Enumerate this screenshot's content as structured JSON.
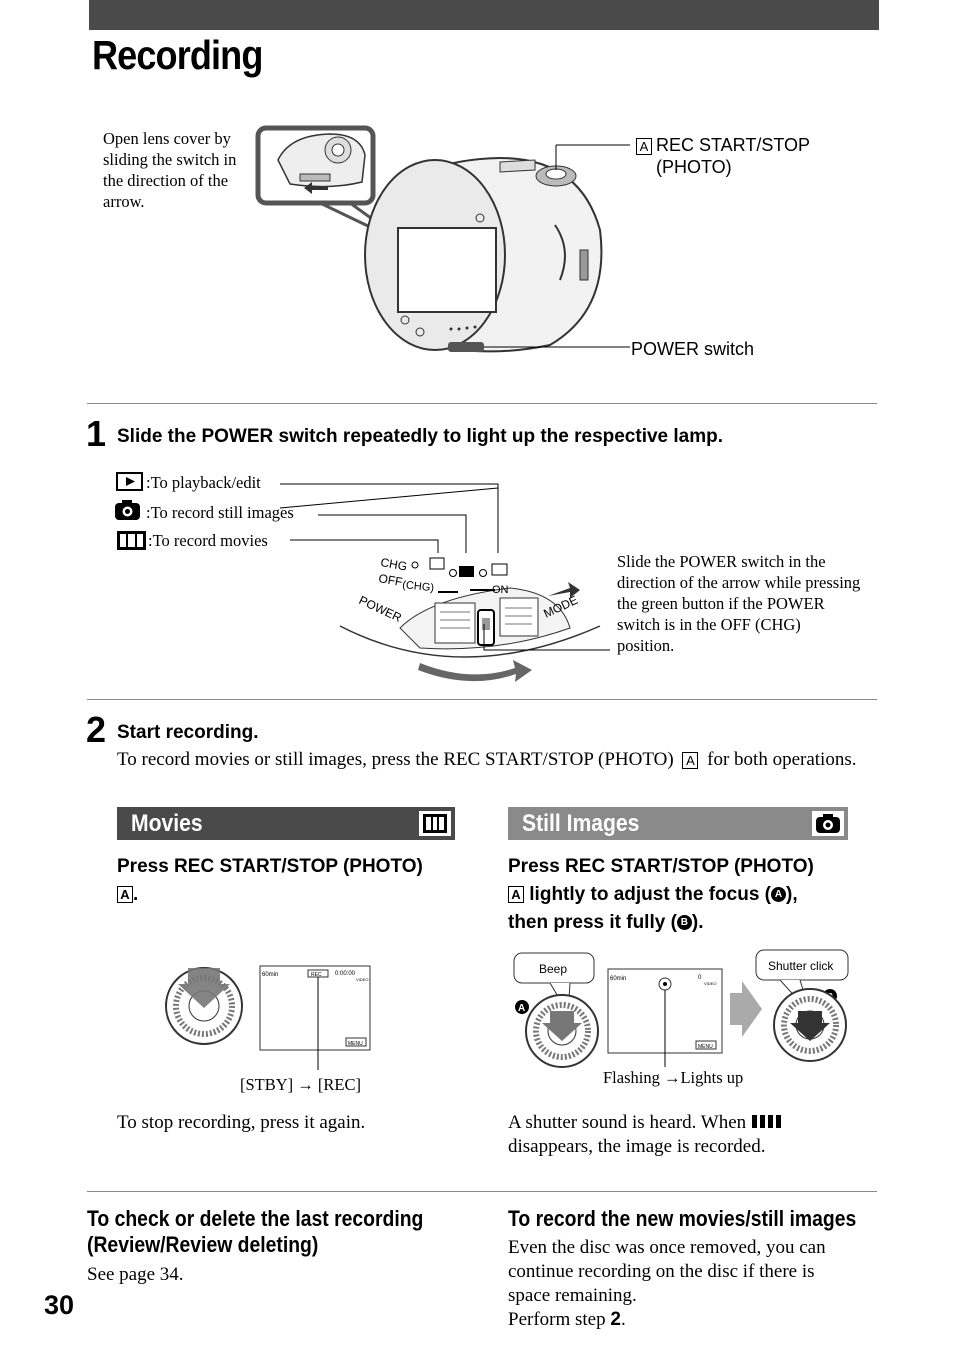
{
  "page": {
    "title": "Recording",
    "page_number": "30"
  },
  "camera_figure": {
    "lens_note": "Open lens cover by sliding the switch in the direction of the arrow.",
    "callout_a_letter": "A",
    "callout_a": "REC START/STOP (PHOTO)",
    "callout_power": "POWER switch"
  },
  "step1": {
    "number": "1",
    "title": "Slide the POWER switch repeatedly to light up the respective lamp.",
    "playback_label": ":To playback/edit",
    "still_label": ":To record still images",
    "movie_label": ":To record movies",
    "switch_note": "Slide the POWER switch in the direction of the arrow while pressing the green button if the POWER switch is in the OFF (CHG) position.",
    "dial_chg": "CHG",
    "dial_off": "OFF",
    "dial_off_chg": "(CHG)",
    "dial_power": "POWER",
    "dial_on": "ON",
    "dial_mode": "MODE"
  },
  "step2": {
    "number": "2",
    "title": "Start recording.",
    "body_pre": "To record movies or still images, press the REC START/STOP (PHOTO)",
    "body_letter": "A",
    "body_post": "for both operations."
  },
  "movies": {
    "bar_label": "Movies",
    "instruction": "Press REC START/STOP (PHOTO)",
    "instruction_letter": "A",
    "caption": "[STBY] → [REC]",
    "stop_note": "To stop recording, press it again.",
    "lcd_remaining": "60min",
    "lcd_rec": "REC",
    "lcd_time": "0:00:00",
    "lcd_video": "VIDEO",
    "lcd_menu": "MENU"
  },
  "still": {
    "bar_label": "Still Images",
    "instr_line1": "Press REC START/STOP (PHOTO)",
    "instr_letter": "A",
    "instr_line2a": "lightly to adjust the focus (",
    "circle_a": "A",
    "instr_line2b": "),",
    "instr_line3a": "then press it fully (",
    "circle_b": "B",
    "instr_line3b": ").",
    "beep": "Beep",
    "shutter_click": "Shutter click",
    "caption": "Flashing →Lights up",
    "note_pre": "A shutter sound is heard. When",
    "note_post": "disappears, the image is recorded.",
    "lcd_remaining": "60min",
    "lcd_count": "0",
    "lcd_video": "VIDEO",
    "lcd_menu": "MENU"
  },
  "review": {
    "heading_line1": "To check or delete the last recording",
    "heading_line2": "(Review/Review deleting)",
    "body": "See page 34."
  },
  "new_recording": {
    "heading": "To record the new movies/still images",
    "body_line1": "Even the disc was once removed, you can",
    "body_line2": "continue recording on the disc if there is",
    "body_line3": "space remaining.",
    "body_line4_pre": "Perform step",
    "body_line4_step": "2",
    "body_line4_post": "."
  },
  "colors": {
    "bar_dark": "#4a4a4a",
    "bar_grey": "#8a8a8a",
    "rule": "#888888"
  }
}
